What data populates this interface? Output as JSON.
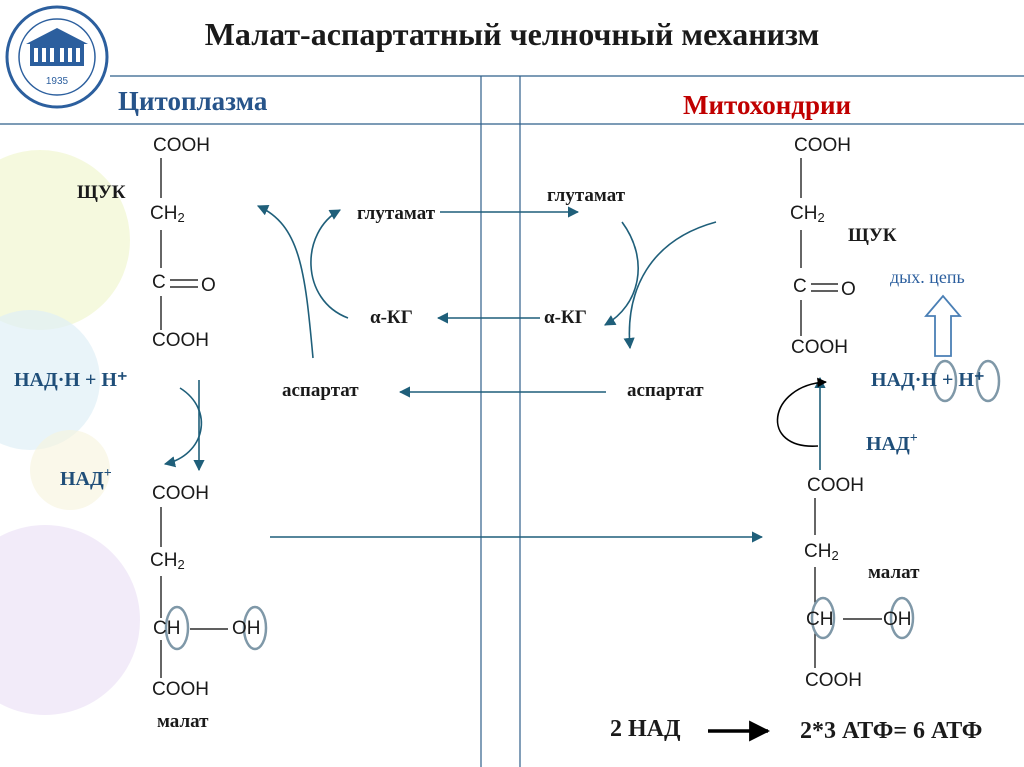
{
  "title": "Малат-аспартатный челночный механизм",
  "sections": {
    "cytoplasm": "Цитоплазма",
    "mitochondria": "Митохондрии"
  },
  "logo": {
    "icon": "university-seal",
    "year": "1935"
  },
  "cytoplasm": {
    "oaa": {
      "label": "ЩУК",
      "cooh_top": "COOH",
      "ch2_main": "CH",
      "ch2_sub": "2",
      "c": "C",
      "o": "O",
      "cooh_bottom": "COOH"
    },
    "nadh_label": "НАД·Н + Н⁺",
    "nad_label": "НАД",
    "nad_charge": "+",
    "malate": {
      "cooh_top": "COOH",
      "ch2_main": "CH",
      "ch2_sub": "2",
      "ch": "CH",
      "oh": "OH",
      "cooh_bottom": "COOH",
      "label": "малат"
    },
    "glutamate": "глутамат",
    "akg": "α-КГ",
    "aspartate": "аспартат"
  },
  "mitochondria": {
    "glutamate": "глутамат",
    "akg": "α-КГ",
    "aspartate": "аспартат",
    "oaa": {
      "label": "ЩУК",
      "cooh_top": "COOH",
      "ch2_main": "CH",
      "ch2_sub": "2",
      "c": "C",
      "o": "O",
      "cooh_bottom": "COOH"
    },
    "resp_chain": "дых. цепь",
    "nadh_label": "НАД·Н + Н⁺",
    "nad_label": "НАД",
    "nad_charge": "+",
    "malate": {
      "cooh_top": "COOH",
      "ch2_main": "CH",
      "ch2_sub": "2",
      "label": "малат",
      "ch": "CH",
      "oh": "OH",
      "cooh_bottom": "COOH"
    }
  },
  "energy": {
    "left": "2 НАД",
    "right": "2*3 АТФ= 6 АТФ"
  },
  "colors": {
    "arrow": "#1f5f7a",
    "header_blue": "#27548a",
    "header_red": "#c00000",
    "divider": "#2f5f8a",
    "circle": "#7f98a8"
  }
}
